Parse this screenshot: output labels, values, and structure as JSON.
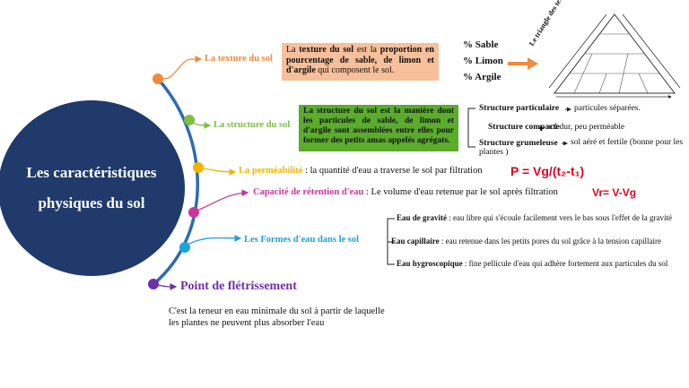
{
  "center_title": {
    "line1": "Les caractéristiques",
    "line2": "physiques du sol"
  },
  "colors": {
    "circle": "#1f3a6b",
    "spine": "#2e6ab3",
    "texture": "#f08a3c",
    "structure": "#7dbf3f",
    "permeabilite": "#f5b400",
    "retention": "#c8369b",
    "formes_eau": "#1aa3df",
    "fletrissement": "#6e2fa8",
    "formula": "#e1001e"
  },
  "texture": {
    "label": "La texture du sol",
    "box": {
      "p1": "La ",
      "b1": "texture du sol",
      "p2": " est la ",
      "b2": "proportion en pourcentage de sable, de limon et d'argile",
      "p3": " qui composent le sol."
    },
    "items": [
      "% Sable",
      "% Limon",
      "% Argile"
    ],
    "triangle_title": "Le triangle des textures"
  },
  "structure": {
    "label": "La structure du sol",
    "box": "La structure du sol est la manière dont les particules de sable, de limon et d'argile sont assemblées entre elles pour former des petits amas appelés agrégats.",
    "types": [
      {
        "name": "Structure particulaire",
        "desc": "particules séparées."
      },
      {
        "name": "Structure compacte",
        "desc": "sol dur, peu perméable"
      },
      {
        "name": "Structure grumeleuse",
        "desc": "sol aéré et fertile (bonne pour les plantes   )"
      }
    ]
  },
  "permeabilite": {
    "label": "La perméabilité",
    "sep": " : ",
    "text": "la quantité d'eau a traverse le sol par filtration",
    "formula": "P = Vg/(t₂-t₁)"
  },
  "retention": {
    "label": "Capacité de rétention d'eau",
    "sep": " : ",
    "text": "Le volume d'eau retenue par le sol après filtration",
    "formula": "Vr= V-Vg"
  },
  "formes_eau": {
    "label": "Les Formes d'eau dans le sol",
    "items": [
      {
        "name": "Eau de gravité",
        "desc": " : eau libre qui s'écoule facilement vers le bas sous l'effet de la gravité"
      },
      {
        "name": "Eau capillaire",
        "desc": " : eau retenue dans les petits pores du sol grâce à la tension capillaire"
      },
      {
        "name": "Eau hygroscopique",
        "desc": " : fine pellicule d'eau qui adhère fortement aux particules du sol"
      }
    ]
  },
  "fletrissement": {
    "label": "Point de flétrissement",
    "line1": "C'est la teneur en eau minimale du sol à partir de laquelle",
    "line2": "les plantes ne peuvent plus absorber l'eau"
  }
}
